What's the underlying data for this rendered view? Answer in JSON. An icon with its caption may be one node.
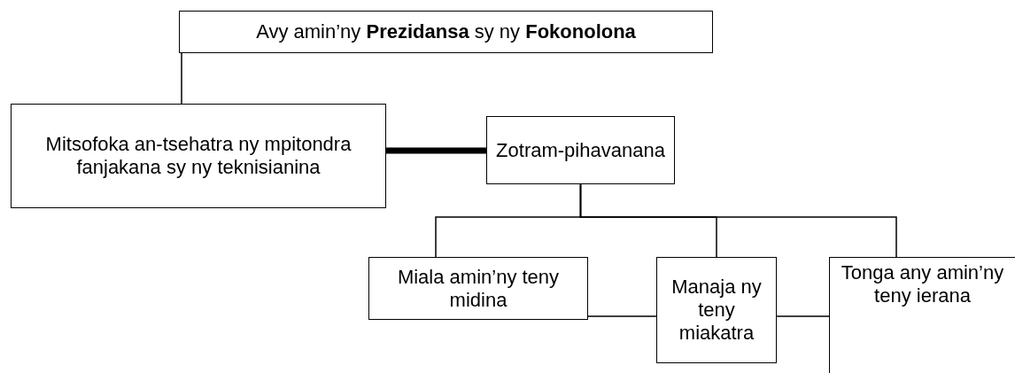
{
  "diagram": {
    "nodes": [
      {
        "text": [
          "Avy amin’ny **Prezidansa** sy ny **Fokonolona**"
        ]
      },
      {
        "text": [
          "Mitsofoka an-tsehatra ny mpitondra fanjakana sy ny teknisianina"
        ]
      },
      {
        "text": [
          "Zotram-pihavanana"
        ]
      },
      {
        "text": [
          "Miala amin’ny teny midina"
        ]
      },
      {
        "text": [
          "Manaja ny teny miakatra"
        ]
      },
      {
        "text": [
          "Tonga any amin’ny teny ierana"
        ]
      }
    ],
    "edges": [
      {
        "from": 0,
        "to": 1,
        "arrow": "none"
      },
      {
        "from": 1,
        "to": 2,
        "arrow": "none",
        "style": "thick"
      },
      {
        "from": 2,
        "to": 3,
        "arrow": "none"
      },
      {
        "from": 2,
        "to": 4,
        "arrow": "none"
      },
      {
        "from": 2,
        "to": 5,
        "arrow": "none"
      },
      {
        "from": 3,
        "to": 4,
        "arrow": "none"
      },
      {
        "from": 4,
        "to": 5,
        "arrow": "none"
      }
    ]
  }
}
